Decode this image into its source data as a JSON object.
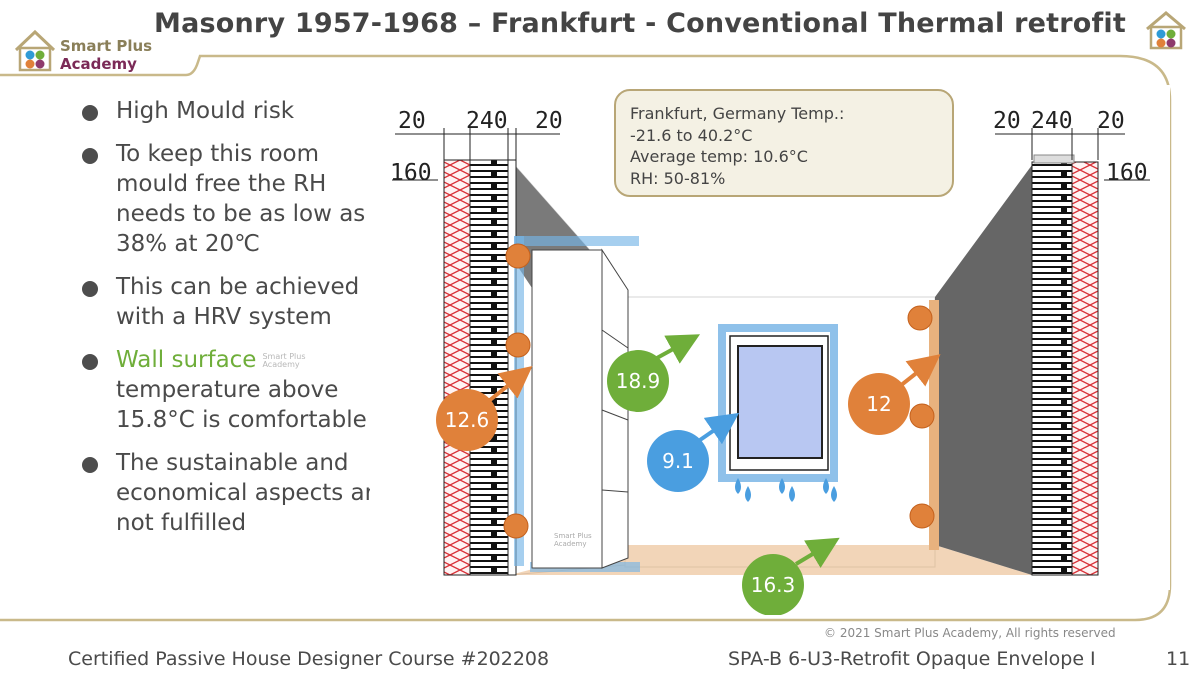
{
  "header": {
    "title": "Masonry 1957-1968 – Frankfurt - Conventional Thermal retrofit",
    "logo_line1": "Smart Plus",
    "logo_line2": "Academy"
  },
  "bullets": [
    {
      "text": "High Mould risk"
    },
    {
      "text": "To keep this room mould free the RH needs to be as low as 38% at 20℃"
    },
    {
      "text": "This can be achieved with a HRV system"
    },
    {
      "text_green": "Wall surface",
      "text_rest": "temperature above 15.8°C is comfortable",
      "watermark1": "Smart Plus",
      "watermark2": "Academy"
    },
    {
      "text": "The sustainable and economical aspects are not fulfilled"
    }
  ],
  "infobox": {
    "line1": "Frankfurt, Germany Temp.:",
    "line2": "-21.6 to 40.2°C",
    "line3": "Average temp: 10.6°C",
    "line4": "RH: 50-81%"
  },
  "diagram": {
    "left_dims": {
      "a": "20",
      "b": "240",
      "c": "20",
      "d": "160"
    },
    "right_dims": {
      "a": "20",
      "b": "240",
      "c": "20",
      "d": "160"
    },
    "watermark1": "Smart Plus",
    "watermark2": "Academy",
    "badges": {
      "wall_left": "12.6",
      "wall_back": "18.9",
      "window": "9.1",
      "wall_right": "12",
      "floor": "16.3"
    },
    "colors": {
      "orange": "#e0813a",
      "green": "#6fae3a",
      "blue": "#4a9ee0",
      "insulation": "#d9333a"
    }
  },
  "footer": {
    "copyright": "© 2021 Smart Plus Academy, All rights reserved",
    "course": "Certified Passive House Designer Course #202208",
    "module": "SPA-B 6-U3-Retrofit Opaque Envelope I",
    "page": "11"
  }
}
